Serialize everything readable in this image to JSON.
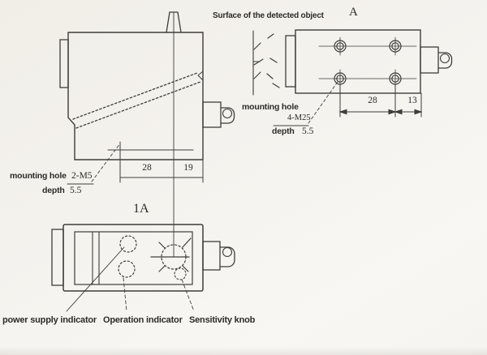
{
  "colors": {
    "background": "#f3f1ec",
    "line": "#3e3d3a",
    "text": "#2c2b28"
  },
  "side_view": {
    "dims": {
      "d28": "28",
      "d19": "19"
    },
    "note": {
      "label": "mounting hole",
      "spec": "2-M5",
      "depth_label": "depth",
      "depth_value": "5.5"
    }
  },
  "top_view": {
    "view_label": "A",
    "surface_label": "Surface of the detected object",
    "dims": {
      "d28": "28",
      "d13": "13"
    },
    "note": {
      "label": "mounting hole",
      "spec": "4-M25",
      "depth_label": "depth",
      "depth_value": "5.5"
    }
  },
  "front_view": {
    "view_label": "1A",
    "callouts": {
      "power": "power supply indicator",
      "operation": "Operation indicator",
      "sensitivity": "Sensitivity knob"
    }
  }
}
